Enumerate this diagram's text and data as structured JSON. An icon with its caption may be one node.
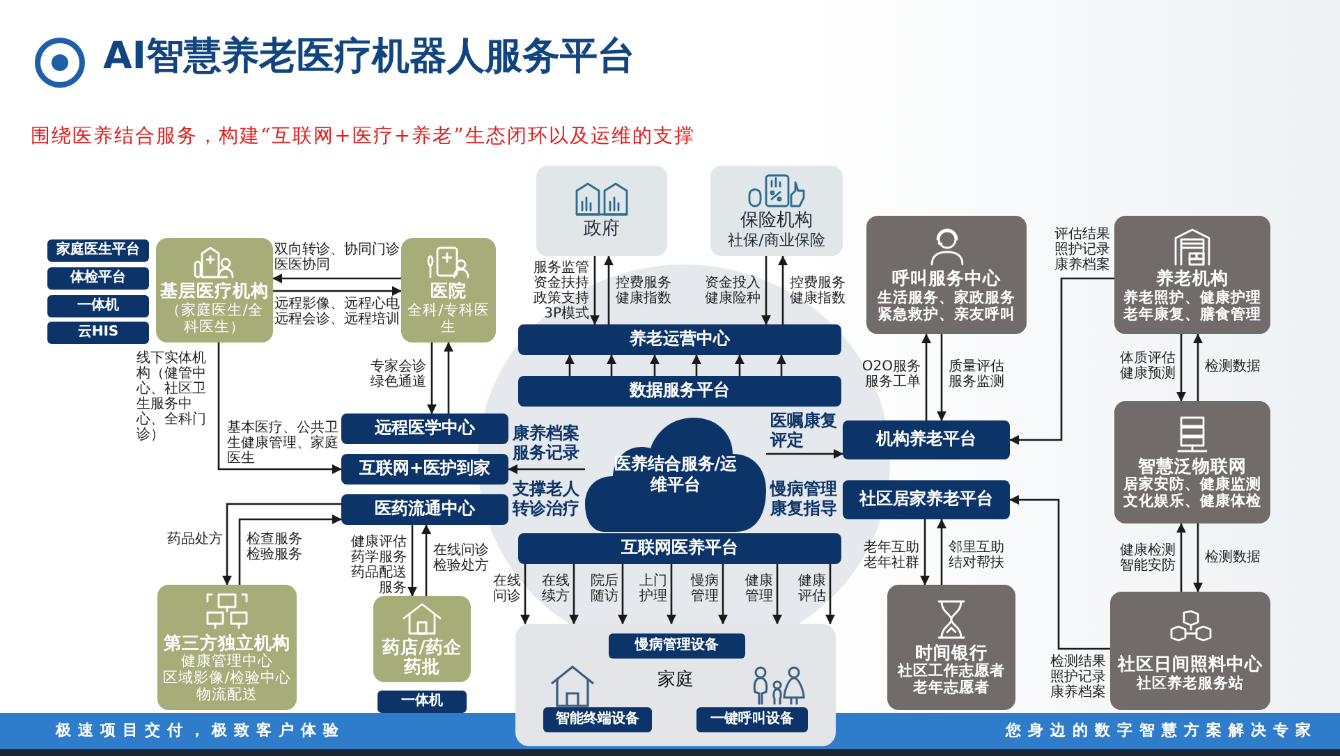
{
  "diagram": {
    "title": "AI智慧养老医疗机器人服务平台",
    "nodes": [
      {
        "text": [
          "家庭医生平台"
        ]
      },
      {
        "text": [
          "体检平台"
        ]
      },
      {
        "text": [
          "一体机"
        ]
      },
      {
        "text": [
          "云HIS"
        ]
      },
      {
        "text": [
          "基层医疗机构",
          "（家庭医生/全科医生）"
        ]
      },
      {
        "text": [
          "医院",
          "全科/专科医生"
        ]
      },
      {
        "text": [
          "政府"
        ]
      },
      {
        "text": [
          "保险机构",
          "社保/商业保险"
        ]
      },
      {
        "text": [
          "养老运营中心"
        ]
      },
      {
        "text": [
          "数据服务平台"
        ]
      },
      {
        "text": [
          "医养结合服务/运维平台"
        ]
      },
      {
        "text": [
          "远程医学中心"
        ]
      },
      {
        "text": [
          "互联网+医护到家"
        ]
      },
      {
        "text": [
          "医药流通中心"
        ]
      },
      {
        "text": [
          "互联网医养平台"
        ]
      },
      {
        "text": [
          "第三方独立机构",
          "健康管理中心",
          "区域影像/检验中心",
          "物流配送"
        ]
      },
      {
        "text": [
          "药店/药企药批"
        ]
      },
      {
        "text": [
          "一体机"
        ]
      },
      {
        "text": [
          "家庭"
        ]
      },
      {
        "text": [
          "慢病管理设备"
        ],
        "in": 18
      },
      {
        "text": [
          "智能终端设备"
        ],
        "in": 18
      },
      {
        "text": [
          "一键呼叫设备"
        ],
        "in": 18
      },
      {
        "text": [
          "呼叫服务中心",
          "生活服务、家政服务紧急救护、亲友呼叫"
        ]
      },
      {
        "text": [
          "养老机构",
          "养老照护、健康护理老年康复、膳食管理"
        ]
      },
      {
        "text": [
          "机构养老平台"
        ]
      },
      {
        "text": [
          "社区居家养老平台"
        ]
      },
      {
        "text": [
          "智慧泛物联网",
          "居家安防、健康监测文化娱乐、健康体检"
        ]
      },
      {
        "text": [
          "时间银行",
          "社区工作志愿者老年志愿者"
        ]
      },
      {
        "text": [
          "社区日间照料中心",
          "社区养老服务站"
        ]
      }
    ],
    "edges": [
      {
        "from": 5,
        "to": 4,
        "arrow": "to",
        "label": "双向转诊、协同门诊医医协同"
      },
      {
        "from": 4,
        "to": 5,
        "arrow": "to",
        "label": "远程影像、远程心电远程会诊、远程培训"
      },
      {
        "from": 5,
        "to": 11,
        "arrow": "to",
        "label": "专家会诊绿色通道"
      },
      {
        "from": 11,
        "to": 5,
        "arrow": "to"
      },
      {
        "from": 4,
        "to": 12,
        "arrow": "to",
        "label": "基本医疗、公共卫生健康管理、家庭医生"
      },
      {
        "from": 13,
        "to": 15,
        "arrow": "to",
        "label": "药品处方"
      },
      {
        "from": 15,
        "to": 13,
        "arrow": "to",
        "label": "检查服务检验服务"
      },
      {
        "from": 13,
        "to": 16,
        "arrow": "to",
        "label": "健康评估药学服务药品配送服务"
      },
      {
        "from": 16,
        "to": 13,
        "arrow": "to",
        "label": "在线问诊检验处方"
      },
      {
        "from": 6,
        "to": 8,
        "arrow": "to",
        "label": "服务监管资金扶持政策支持3P模式"
      },
      {
        "from": 8,
        "to": 6,
        "arrow": "to",
        "label": "控费服务健康指数"
      },
      {
        "from": 7,
        "to": 8,
        "arrow": "to",
        "label": "资金投入健康险种"
      },
      {
        "from": 8,
        "to": 7,
        "arrow": "to",
        "label": "控费服务健康指数"
      },
      {
        "from": 9,
        "to": 8,
        "arrow": "to"
      },
      {
        "from": 9,
        "to": 8,
        "arrow": "to"
      },
      {
        "from": 9,
        "to": 8,
        "arrow": "to"
      },
      {
        "from": 9,
        "to": 8,
        "arrow": "to"
      },
      {
        "from": 9,
        "to": 8,
        "arrow": "to"
      },
      {
        "from": 9,
        "to": 8,
        "arrow": "to"
      },
      {
        "from": 14,
        "to": 18,
        "arrow": "to",
        "label": "在线问诊"
      },
      {
        "from": 14,
        "to": 18,
        "arrow": "to",
        "label": "在线续方"
      },
      {
        "from": 14,
        "to": 18,
        "arrow": "to",
        "label": "院后随访"
      },
      {
        "from": 14,
        "to": 18,
        "arrow": "to",
        "label": "上门护理"
      },
      {
        "from": 14,
        "to": 18,
        "arrow": "to",
        "label": "慢病管理"
      },
      {
        "from": 14,
        "to": 18,
        "arrow": "to",
        "label": "健康管理"
      },
      {
        "from": 14,
        "to": 18,
        "arrow": "to",
        "label": "健康评估"
      },
      {
        "from": 10,
        "to": 12,
        "arrow": "to"
      },
      {
        "from": 10,
        "to": 24,
        "arrow": "to"
      },
      {
        "from": 24,
        "to": 22,
        "arrow": "to",
        "label": "O2O服务服务工单"
      },
      {
        "from": 22,
        "to": 24,
        "arrow": "to",
        "label": "质量评估服务监测"
      },
      {
        "from": 23,
        "to": 24,
        "arrow": "to",
        "label": "评估结果照护记录康养档案"
      },
      {
        "from": 23,
        "to": 26,
        "arrow": "to",
        "label": "体质评估健康预测"
      },
      {
        "from": 26,
        "to": 23,
        "arrow": "to",
        "label": "检测数据"
      },
      {
        "from": 28,
        "to": 26,
        "arrow": "to",
        "label": "健康检测智能安防"
      },
      {
        "from": 26,
        "to": 28,
        "arrow": "to",
        "label": "检测数据"
      },
      {
        "from": 28,
        "to": 25,
        "arrow": "to",
        "label": "检测结果照护记录康养档案"
      },
      {
        "from": 25,
        "to": 27,
        "arrow": "to",
        "label": "老年互助老年社群"
      },
      {
        "from": 27,
        "to": 25,
        "arrow": "to",
        "label": "邻里互助结对帮扶"
      }
    ],
    "labels": [
      "围绕医养结合服务，构建“互联网+医疗+养老”生态闭环以及运维的支撑",
      "线下实体机构（健管中心、社区卫生服务中心、全科门诊）",
      "康养档案服务记录",
      "支撑老人转诊治疗",
      "医嘱康复评定",
      "慢病管理康复指导",
      "极速项目交付，极致客户体验",
      "您身边的数字智慧方案解决专家"
    ]
  }
}
